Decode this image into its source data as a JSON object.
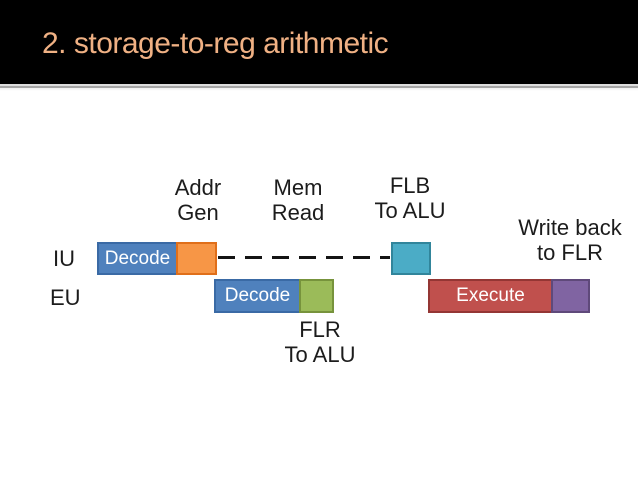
{
  "slide": {
    "title": "2. storage-to-reg arithmetic"
  },
  "colors": {
    "title_text": "#f0b184",
    "title_bar_bg": "#000000",
    "body_bg": "#ffffff",
    "label_text": "#1c1c1c",
    "box_blue": "#4f81bd",
    "box_orange": "#f79646",
    "box_teal": "#4bacc6",
    "box_green": "#9bbb59",
    "box_red": "#c0504d",
    "box_purple": "#8064a2",
    "dashed_line": "#141414"
  },
  "diagram": {
    "row_labels": {
      "iu": "IU",
      "eu": "EU"
    },
    "stage_labels": {
      "addr_gen": {
        "line1": "Addr",
        "line2": "Gen"
      },
      "mem_read": {
        "line1": "Mem",
        "line2": "Read"
      },
      "flb_to_alu": {
        "line1": "FLB",
        "line2": "To ALU"
      },
      "write_back": {
        "line1": "Write back",
        "line2": "to FLR"
      },
      "flr_to_alu": {
        "line1": "FLR",
        "line2": "To ALU"
      }
    },
    "boxes": {
      "iu_decode": "Decode",
      "eu_decode": "Decode",
      "execute": "Execute"
    }
  }
}
